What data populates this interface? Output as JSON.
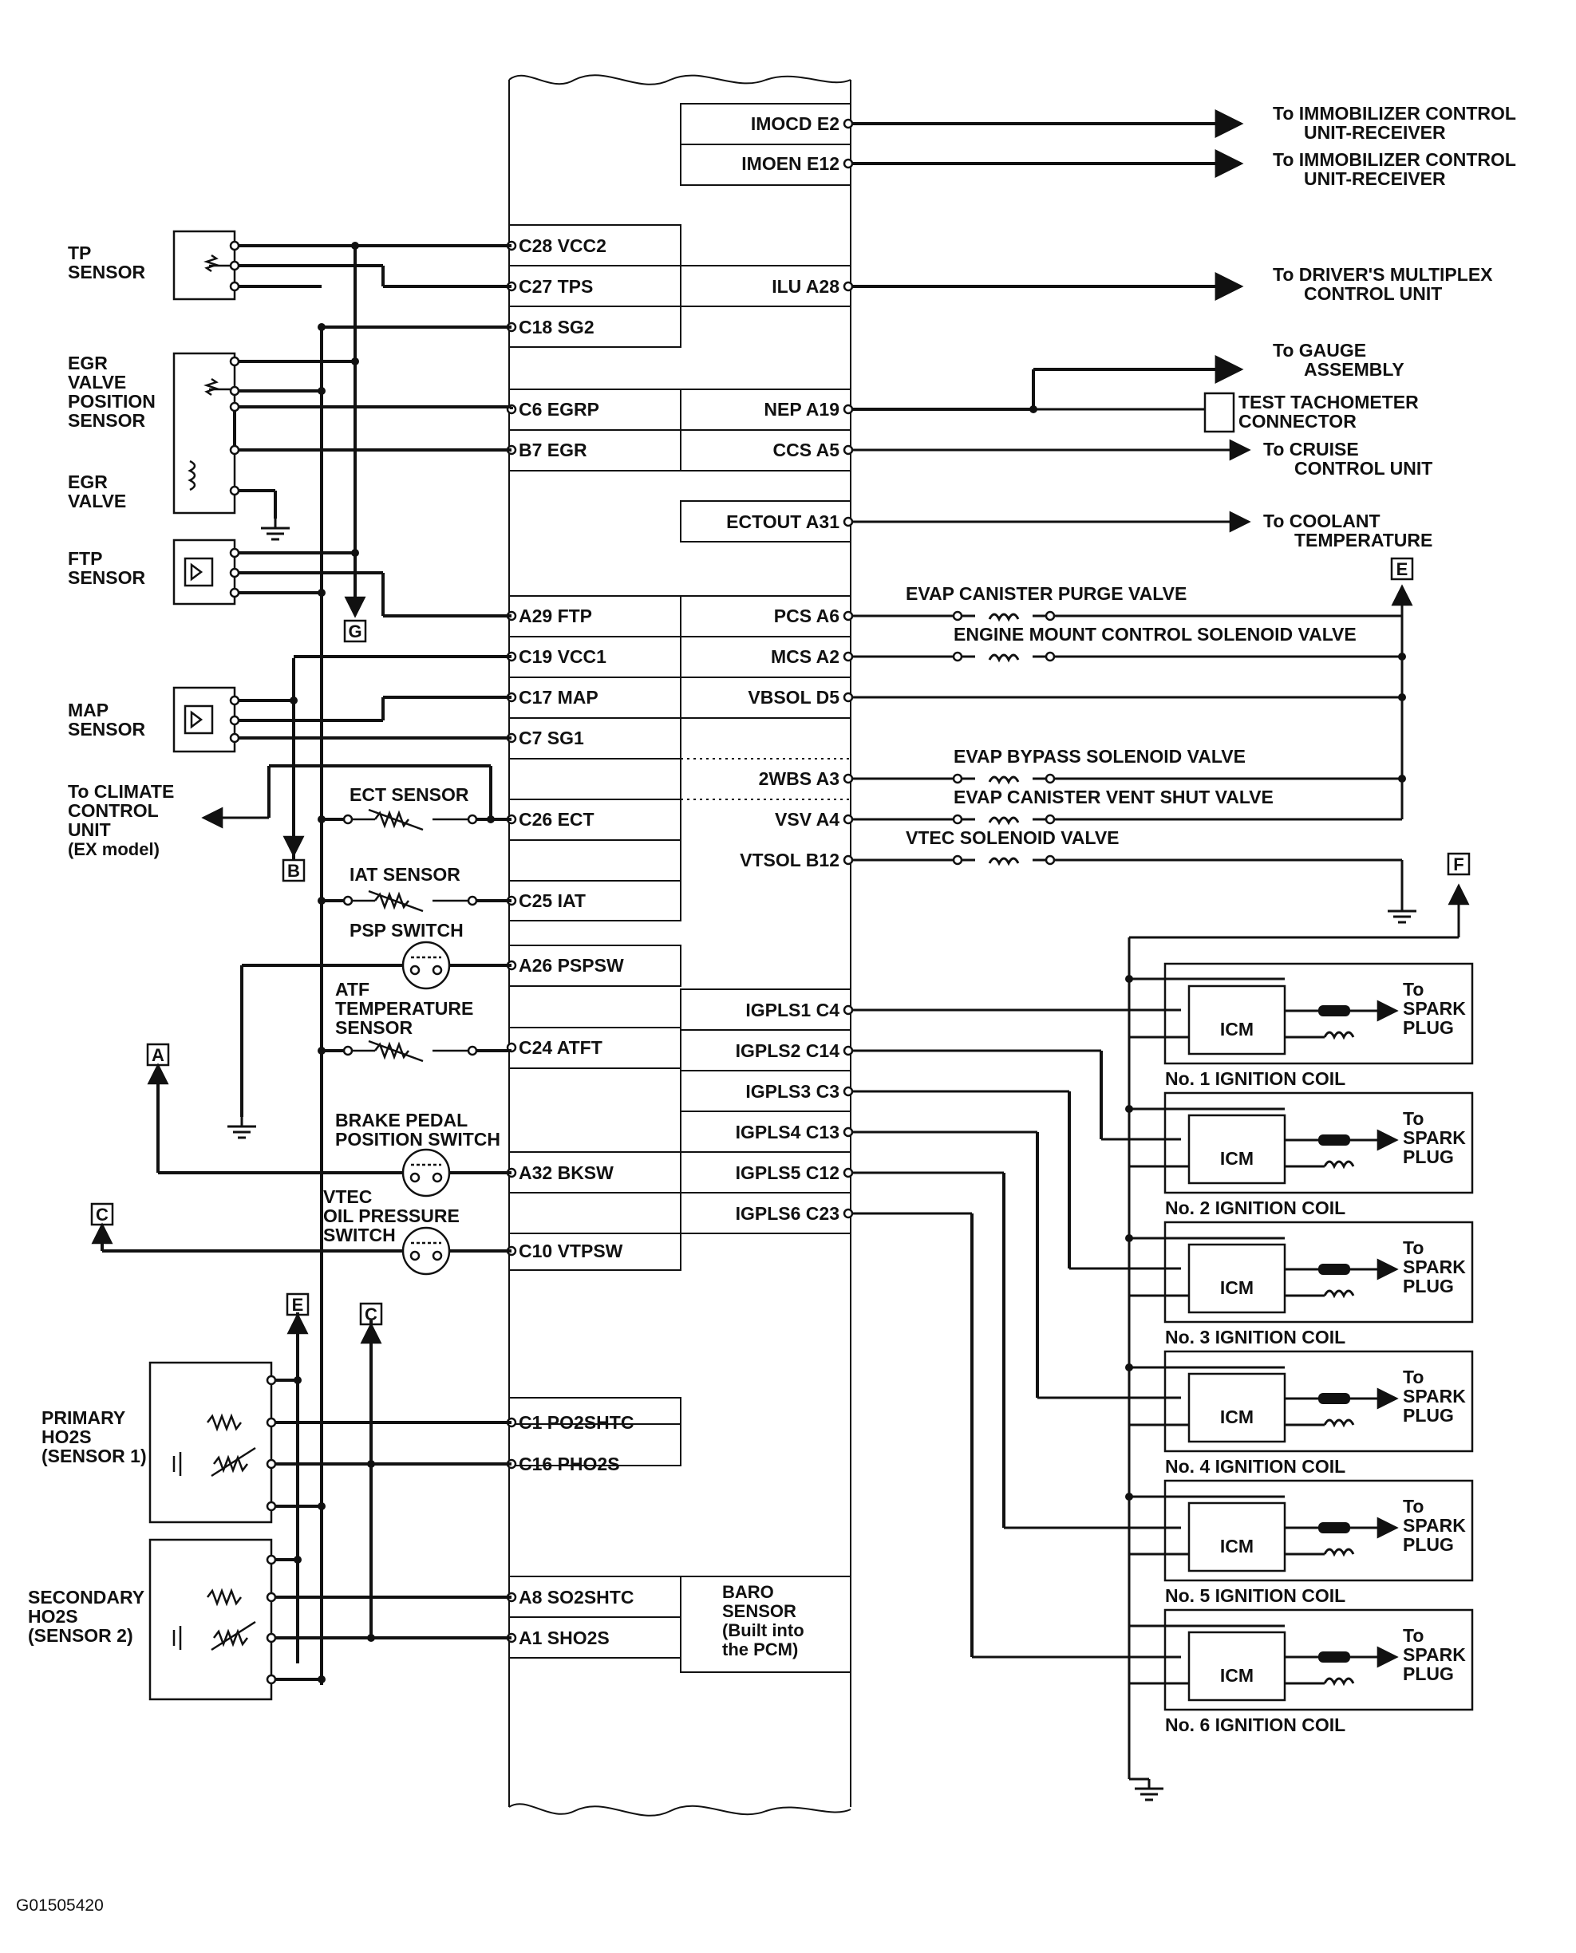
{
  "figure_code": "G01505420",
  "pcm_left_pins": [
    {
      "id": "c28",
      "label": "C28 VCC2"
    },
    {
      "id": "c27",
      "label": "C27 TPS"
    },
    {
      "id": "c18",
      "label": "C18 SG2"
    },
    {
      "id": "c6",
      "label": "C6 EGRP"
    },
    {
      "id": "b7",
      "label": "B7 EGR"
    },
    {
      "id": "a29",
      "label": "A29 FTP"
    },
    {
      "id": "c19",
      "label": "C19 VCC1"
    },
    {
      "id": "c17",
      "label": "C17 MAP"
    },
    {
      "id": "c7",
      "label": "C7 SG1"
    },
    {
      "id": "c26",
      "label": "C26 ECT"
    },
    {
      "id": "c25",
      "label": "C25 IAT"
    },
    {
      "id": "a26",
      "label": "A26 PSPSW"
    },
    {
      "id": "c24",
      "label": "C24 ATFT"
    },
    {
      "id": "a32",
      "label": "A32 BKSW"
    },
    {
      "id": "c10",
      "label": "C10 VTPSW"
    },
    {
      "id": "c1",
      "label": "C1 PO2SHTC"
    },
    {
      "id": "c16",
      "label": "C16 PHO2S"
    },
    {
      "id": "a8",
      "label": "A8 SO2SHTC"
    },
    {
      "id": "a1",
      "label": "A1 SHO2S"
    }
  ],
  "pcm_right_pins": [
    {
      "id": "e2",
      "label": "IMOCD E2"
    },
    {
      "id": "e12",
      "label": "IMOEN E12"
    },
    {
      "id": "a28",
      "label": "ILU A28"
    },
    {
      "id": "a19",
      "label": "NEP A19"
    },
    {
      "id": "a5",
      "label": "CCS A5"
    },
    {
      "id": "a31",
      "label": "ECTOUT A31"
    },
    {
      "id": "a6",
      "label": "PCS A6"
    },
    {
      "id": "a2",
      "label": "MCS A2"
    },
    {
      "id": "d5",
      "label": "VBSOL D5"
    },
    {
      "id": "a3",
      "label": "2WBS A3"
    },
    {
      "id": "a4",
      "label": "VSV A4"
    },
    {
      "id": "b12",
      "label": "VTSOL B12"
    },
    {
      "id": "c4",
      "label": "IGPLS1 C4"
    },
    {
      "id": "c14",
      "label": "IGPLS2 C14"
    },
    {
      "id": "c3",
      "label": "IGPLS3 C3"
    },
    {
      "id": "c13",
      "label": "IGPLS4 C13"
    },
    {
      "id": "c12",
      "label": "IGPLS5 C12"
    },
    {
      "id": "c23",
      "label": "IGPLS6 C23"
    }
  ],
  "baro_sensor": [
    "BARO",
    "SENSOR",
    "(Built into",
    "the PCM)"
  ],
  "left_components": {
    "tp_sensor": [
      "TP",
      "SENSOR"
    ],
    "egr_valve_position_sensor": [
      "EGR",
      "VALVE",
      "POSITION",
      "SENSOR"
    ],
    "egr_valve": [
      "EGR",
      "VALVE"
    ],
    "ftp_sensor": [
      "FTP",
      "SENSOR"
    ],
    "map_sensor": [
      "MAP",
      "SENSOR"
    ],
    "to_climate": [
      "To CLIMATE",
      "CONTROL",
      "UNIT",
      "(EX model)"
    ],
    "ect_sensor": "ECT SENSOR",
    "iat_sensor": "IAT SENSOR",
    "psp_switch": "PSP SWITCH",
    "atf_sensor": [
      "ATF",
      "TEMPERATURE",
      "SENSOR"
    ],
    "brake_switch": [
      "BRAKE PEDAL",
      "POSITION SWITCH"
    ],
    "vtec_switch": [
      "VTEC",
      "OIL PRESSURE",
      "SWITCH"
    ],
    "primary_ho2s": [
      "PRIMARY",
      "HO2S",
      "(SENSOR 1)"
    ],
    "secondary_ho2s": [
      "SECONDARY",
      "HO2S",
      "(SENSOR 2)"
    ]
  },
  "right_outputs": {
    "immobilizer_1": [
      "To IMMOBILIZER CONTROL",
      "UNIT-RECEIVER"
    ],
    "immobilizer_2": [
      "To IMMOBILIZER CONTROL",
      "UNIT-RECEIVER"
    ],
    "multiplex": [
      "To DRIVER'S MULTIPLEX",
      "CONTROL UNIT"
    ],
    "gauge": [
      "To GAUGE",
      "ASSEMBLY"
    ],
    "tachometer": [
      "TEST TACHOMETER",
      "CONNECTOR"
    ],
    "cruise": [
      "To CRUISE",
      "CONTROL UNIT"
    ],
    "coolant": [
      "To COOLANT",
      "TEMPERATURE"
    ],
    "evap_purge": "EVAP CANISTER PURGE  VALVE",
    "engine_mount": "ENGINE MOUNT CONTROL SOLENOID VALVE",
    "evap_bypass": "EVAP BYPASS SOLENOID VALVE",
    "evap_vent": "EVAP CANISTER VENT SHUT VALVE",
    "vtec_solenoid": "VTEC SOLENOID VALVE"
  },
  "connector_tags": {
    "a": "A",
    "b": "B",
    "c": "C",
    "e": "E",
    "f": "F",
    "g": "G"
  },
  "ignition": {
    "icm": "ICM",
    "to_spark": [
      "To",
      "SPARK",
      "PLUG"
    ],
    "coils": [
      "No. 1 IGNITION COIL",
      "No. 2 IGNITION COIL",
      "No. 3 IGNITION COIL",
      "No. 4 IGNITION COIL",
      "No. 5 IGNITION COIL",
      "No. 6 IGNITION COIL"
    ]
  }
}
